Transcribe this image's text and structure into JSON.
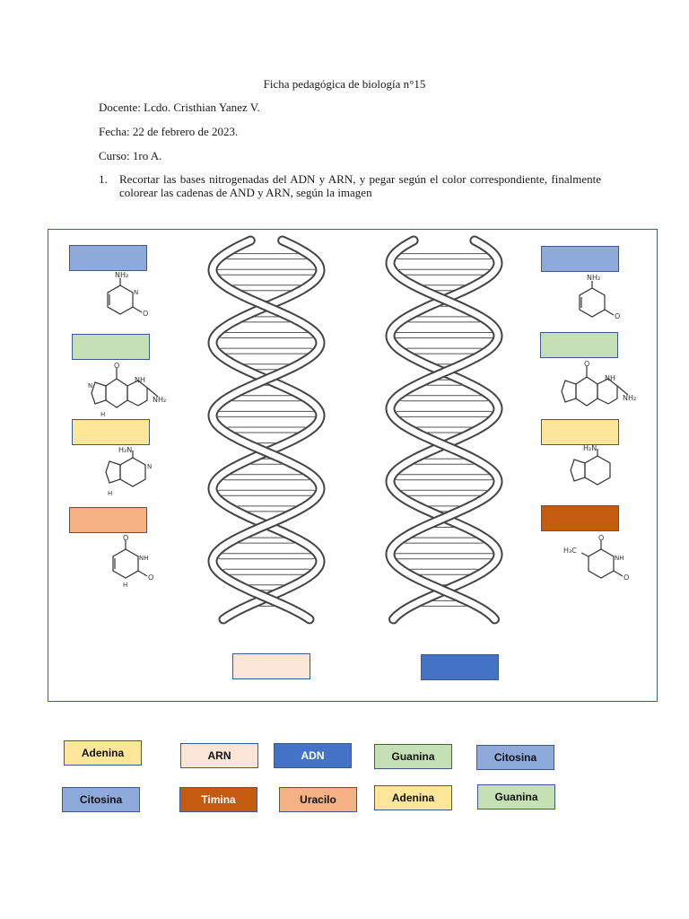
{
  "header": {
    "title": "Ficha pedagógica de biología n°15",
    "teacher": "Docente: Lcdo. Cristhian Yanez V.",
    "date": "Fecha:  22 de febrero de 2023.",
    "course": "Curso:  1ro A."
  },
  "instruction": {
    "number": "1.",
    "text": "Recortar las bases nitrogenadas del ADN y ARN, y pegar según el color correspondiente, finalmente colorear las cadenas de AND y ARN, según la imagen"
  },
  "molecule_labels": {
    "nh2": "NH₂",
    "o": "O",
    "n": "N",
    "nh": "NH",
    "h": "H",
    "h2n": "H₂N",
    "h3c": "H₃C"
  },
  "slot_colors": {
    "citosina": "#8eaadb",
    "guanina": "#c5e0b4",
    "adenina": "#ffe699",
    "uracilo": "#f4b183",
    "timina": "#c55a11",
    "arn": "#fbe5d6",
    "adn": "#4472c4"
  },
  "cards": [
    {
      "label": "Adenina",
      "color": "#ffe699"
    },
    {
      "label": "ARN",
      "color": "#fbe5d6"
    },
    {
      "label": "ADN",
      "color": "#4472c4"
    },
    {
      "label": "Guanina",
      "color": "#c5e0b4"
    },
    {
      "label": "Citosina",
      "color": "#8eaadb"
    },
    {
      "label": "Citosina",
      "color": "#8eaadb"
    },
    {
      "label": "Timina",
      "color": "#c55a11"
    },
    {
      "label": "Uracilo",
      "color": "#f4b183"
    },
    {
      "label": "Adenina",
      "color": "#ffe699"
    },
    {
      "label": "Guanina",
      "color": "#c5e0b4"
    }
  ]
}
